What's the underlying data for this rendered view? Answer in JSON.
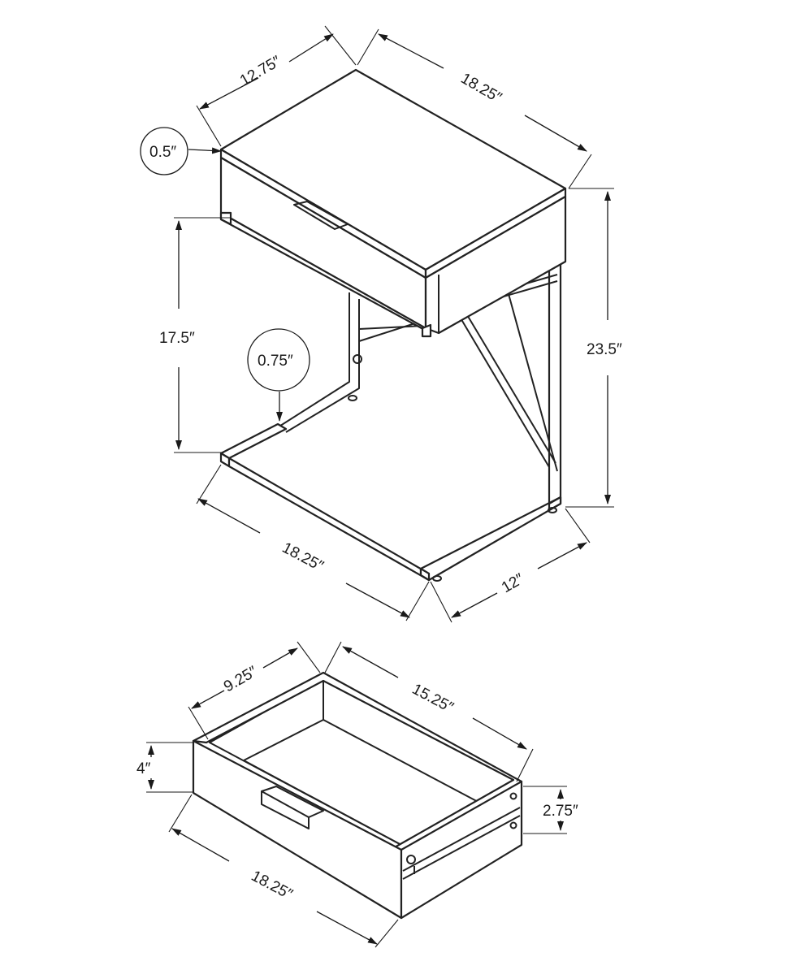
{
  "dimensions": {
    "top_depth": "12.75″",
    "top_width": "18.25″",
    "top_thickness": "0.5″",
    "clearance_height": "17.5″",
    "frame_tube": "0.75″",
    "total_height": "23.5″",
    "base_width": "18.25″",
    "base_depth": "12″",
    "drawer_depth": "9.25″",
    "drawer_width": "15.25″",
    "drawer_height": "4″",
    "drawer_inner_height": "2.75″",
    "drawer_front_width": "18.25″"
  },
  "colors": {
    "line": "#1a1a1a",
    "background": "#ffffff"
  }
}
